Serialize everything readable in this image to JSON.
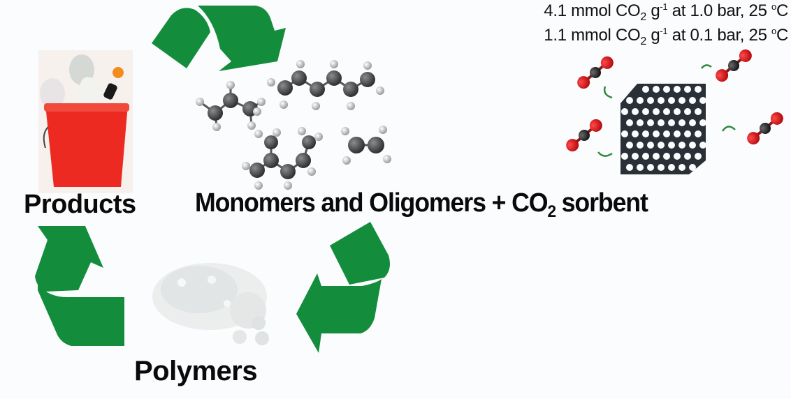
{
  "labels": {
    "products": "Products",
    "polymers": "Polymers",
    "monomers_prefix": "Monomers and Oligomers + CO",
    "monomers_sub": "2",
    "monomers_suffix": " sorbent"
  },
  "sorbent_stats": [
    {
      "amount": "4.1 mmol CO",
      "co2_sub": "2",
      "unit": " g",
      "unit_sup": "-1",
      "condition": " at 1.0 bar, 25 ",
      "degree": "o",
      "temp_unit": "C"
    },
    {
      "amount": "1.1 mmol CO",
      "co2_sub": "2",
      "unit": " g",
      "unit_sup": "-1",
      "condition": " at 0.1 bar, 25 ",
      "degree": "o",
      "temp_unit": "C"
    }
  ],
  "colors": {
    "recycle_green": "#138d3c",
    "bucket_red": "#ec2a22",
    "carbon_dark": "#3b3d40",
    "oxygen_red": "#d8141a",
    "sorbent_cube": "#2a3037",
    "text": "#0a0a0a"
  },
  "icons": {
    "cycle_arrows": "recycle-arrow-icon",
    "products_image": "plastic-waste-bucket-icon",
    "polymers_image": "polymer-pellets-icon",
    "molecules": "hydrocarbon-molecule-icon",
    "co2": "co2-molecule-icon",
    "sorbent": "porous-sorbent-cube-icon"
  }
}
